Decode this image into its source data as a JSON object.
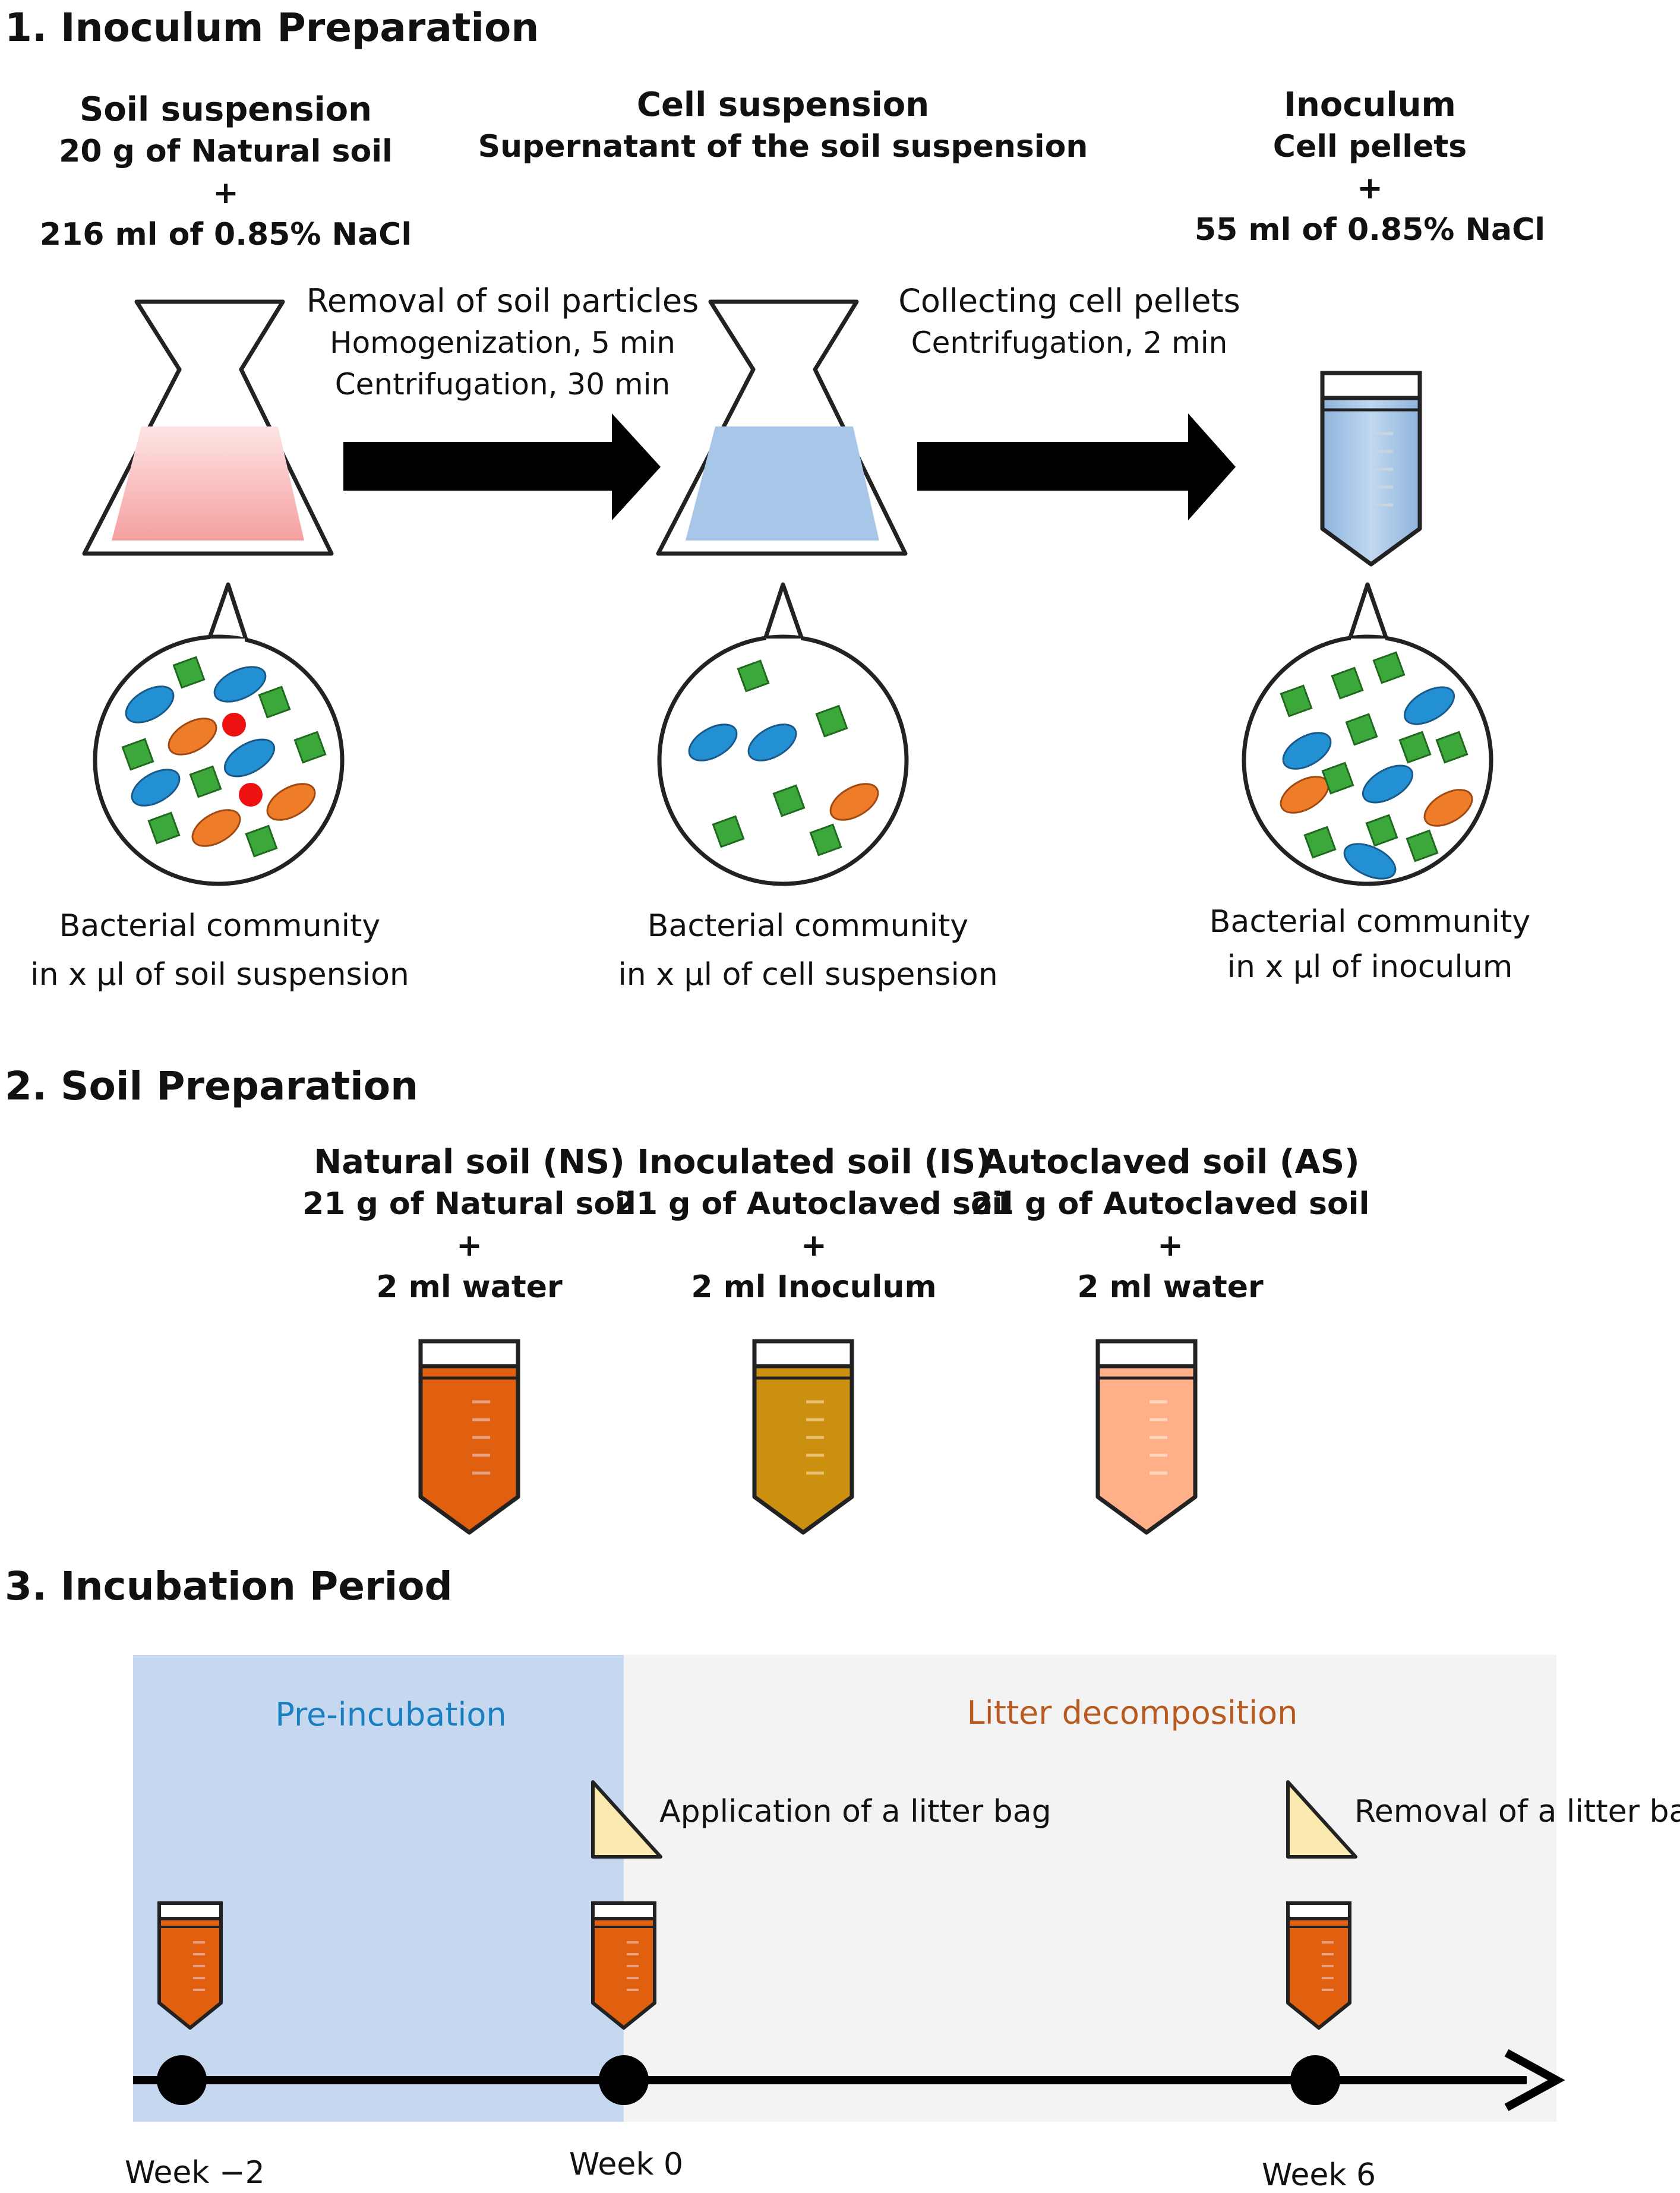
{
  "section1": {
    "heading": "1. Inoculum Preparation",
    "col1": {
      "title": "Soil suspension",
      "line1": "20 g of Natural soil",
      "plus": "+",
      "line2": "216 ml of 0.85% NaCl"
    },
    "col2": {
      "title": "Cell suspension",
      "line1": "Supernatant of the soil suspension"
    },
    "col3": {
      "title": "Inoculum",
      "line1": "Cell pellets",
      "plus": "+",
      "line2": "55 ml of 0.85% NaCl"
    },
    "step1": {
      "title": "Removal of soil particles",
      "line1": "Homogenization, 5 min",
      "line2": "Centrifugation, 30 min"
    },
    "step2": {
      "title": "Collecting cell pellets",
      "line1": "Centrifugation, 2 min"
    },
    "community1": {
      "line1": "Bacterial community",
      "line2": "in x µl of soil suspension"
    },
    "community2": {
      "line1": "Bacterial community",
      "line2": "in x µl of cell suspension"
    },
    "community3": {
      "line1": "Bacterial community",
      "line2": "in x µl of inoculum"
    }
  },
  "section2": {
    "heading": "2. Soil Preparation",
    "ns": {
      "title": "Natural soil (NS)",
      "line1": "21 g of Natural soil",
      "plus": "+",
      "line2": "2 ml water",
      "color": "#e06010"
    },
    "is": {
      "title": "Inoculated soil (IS)",
      "line1": "21 g of Autoclaved soil",
      "plus": "+",
      "line2": "2 ml Inoculum",
      "color": "#cc9010"
    },
    "as": {
      "title": "Autoclaved soil (AS)",
      "line1": "21 g of Autoclaved soil",
      "plus": "+",
      "line2": "2 ml water",
      "color": "#ffb088"
    }
  },
  "section3": {
    "heading": "3. Incubation Period",
    "pre_label": "Pre-incubation",
    "litter_label": "Litter decomposition",
    "application": "Application of a litter bag",
    "removal": "Removal of a litter bag",
    "weeks": [
      "Week −2",
      "Week 0",
      "Week 6"
    ],
    "colors": {
      "pre": "#c5d8f0",
      "litter": "#f3f3f3",
      "pre_text": "#1a7fc0",
      "litter_text": "#b85a20"
    }
  },
  "colors": {
    "flask_pink": "#f6a0a0",
    "flask_blue": "#a8c6e8",
    "cell_blue": "#2490d4",
    "cell_orange": "#ef7c28",
    "cell_green": "#3ca83c",
    "cell_red": "#ee1111"
  }
}
